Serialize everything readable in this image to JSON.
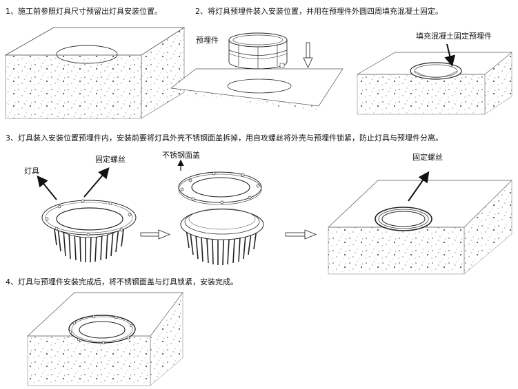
{
  "steps": {
    "s1": "1、施工前参照灯具尺寸预留出灯具安装位置。",
    "s2": "2、将灯具预埋件装入安装位置，并用在预埋件外圆四周填充混凝土固定。",
    "s3": "3、灯具装入安装位置预埋件内，安装前要将灯具外壳不锈钢面盖拆掉，用自攻螺丝将外壳与预埋件锁紧，防止灯具与预埋件分离。",
    "s4": "4、灯具与预埋件安装完成后，将不锈钢面盖与灯具锁紧，安装完成。"
  },
  "labels": {
    "embedded_part": "预埋件",
    "fill_concrete": "填充混凝土固定预埋件",
    "lamp": "灯具",
    "fixing_screw_1": "固定螺丝",
    "stainless_cover": "不锈钢面盖",
    "fixing_screw_2": "固定螺丝"
  }
}
